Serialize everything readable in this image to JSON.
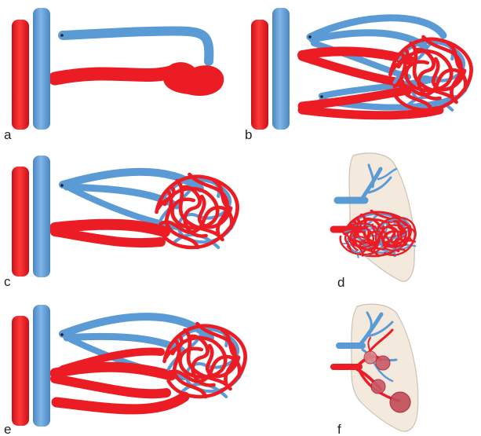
{
  "colors": {
    "artery": "#ec1c24",
    "vein": "#5b9bd5",
    "lung_fill": "#f4e8dc",
    "lung_edge": "#c8bfb4"
  },
  "panels": [
    {
      "id": "a",
      "label": "a"
    },
    {
      "id": "b",
      "label": "b"
    },
    {
      "id": "c",
      "label": "c"
    },
    {
      "id": "d",
      "label": "d"
    },
    {
      "id": "e",
      "label": "e"
    },
    {
      "id": "f",
      "label": "f"
    }
  ]
}
